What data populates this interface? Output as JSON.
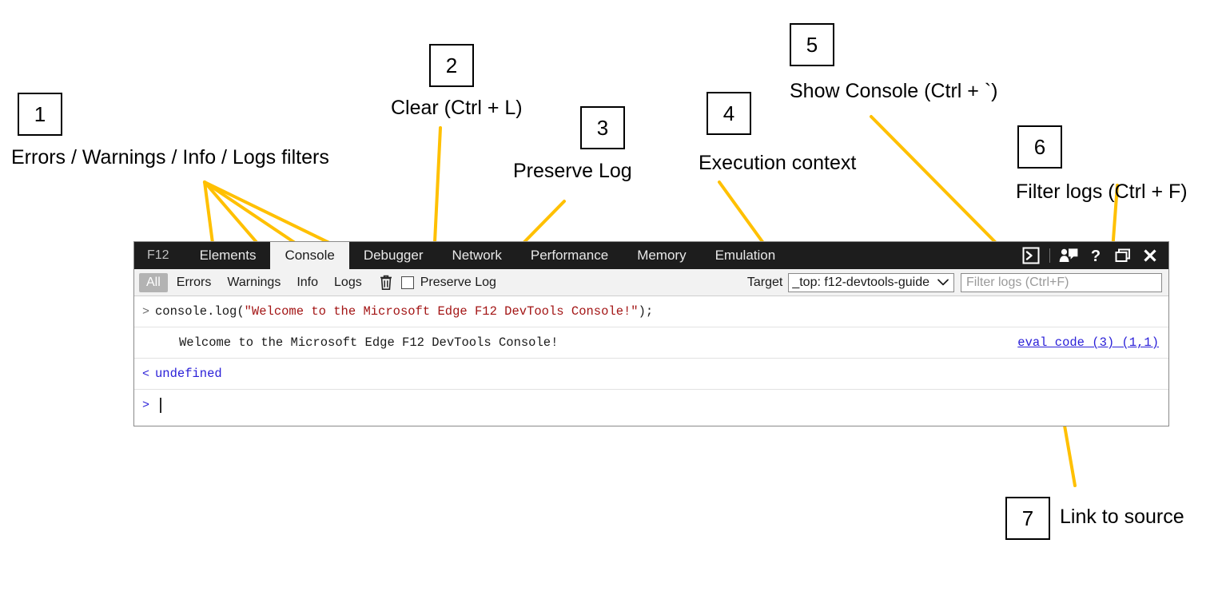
{
  "annotations": [
    {
      "num": "1",
      "label": "Errors / Warnings / Info / Logs filters"
    },
    {
      "num": "2",
      "label": "Clear (Ctrl + L)"
    },
    {
      "num": "3",
      "label": "Preserve Log"
    },
    {
      "num": "4",
      "label": "Execution context"
    },
    {
      "num": "5",
      "label": "Show Console (Ctrl + `)"
    },
    {
      "num": "6",
      "label": "Filter logs (Ctrl + F)"
    },
    {
      "num": "7",
      "label": "Link to source"
    }
  ],
  "accent_color": "#FFC000",
  "devtools": {
    "tabs": [
      {
        "label": "F12",
        "active": false,
        "brand": true
      },
      {
        "label": "Elements",
        "active": false,
        "brand": false
      },
      {
        "label": "Console",
        "active": true,
        "brand": false
      },
      {
        "label": "Debugger",
        "active": false,
        "brand": false
      },
      {
        "label": "Network",
        "active": false,
        "brand": false
      },
      {
        "label": "Performance",
        "active": false,
        "brand": false
      },
      {
        "label": "Memory",
        "active": false,
        "brand": false
      },
      {
        "label": "Emulation",
        "active": false,
        "brand": false
      }
    ],
    "tab_icons": [
      {
        "name": "show-console-icon"
      },
      {
        "name": "feedback-icon"
      },
      {
        "name": "help-icon"
      },
      {
        "name": "undock-icon"
      },
      {
        "name": "close-icon"
      }
    ],
    "toolbar": {
      "filters": [
        {
          "label": "All",
          "selected": true
        },
        {
          "label": "Errors",
          "selected": false
        },
        {
          "label": "Warnings",
          "selected": false
        },
        {
          "label": "Info",
          "selected": false
        },
        {
          "label": "Logs",
          "selected": false
        }
      ],
      "clear_icon": "trash-icon",
      "preserve_log_label": "Preserve Log",
      "preserve_log_checked": false,
      "target_label": "Target",
      "target_value": "_top: f12-devtools-guide",
      "filter_placeholder": "Filter logs (Ctrl+F)"
    },
    "console_rows": [
      {
        "type": "input",
        "gutter": ">",
        "code_prefix": "console.log(",
        "code_string": "\"Welcome to the Microsoft Edge F12 DevTools Console!\"",
        "code_suffix": ");"
      },
      {
        "type": "output",
        "gutter": "",
        "text": "Welcome to the Microsoft Edge F12 DevTools Console!",
        "source_link": "eval code (3) (1,1)"
      },
      {
        "type": "result",
        "gutter": "<",
        "text": "undefined"
      },
      {
        "type": "prompt",
        "gutter": ">",
        "text": ""
      }
    ]
  }
}
